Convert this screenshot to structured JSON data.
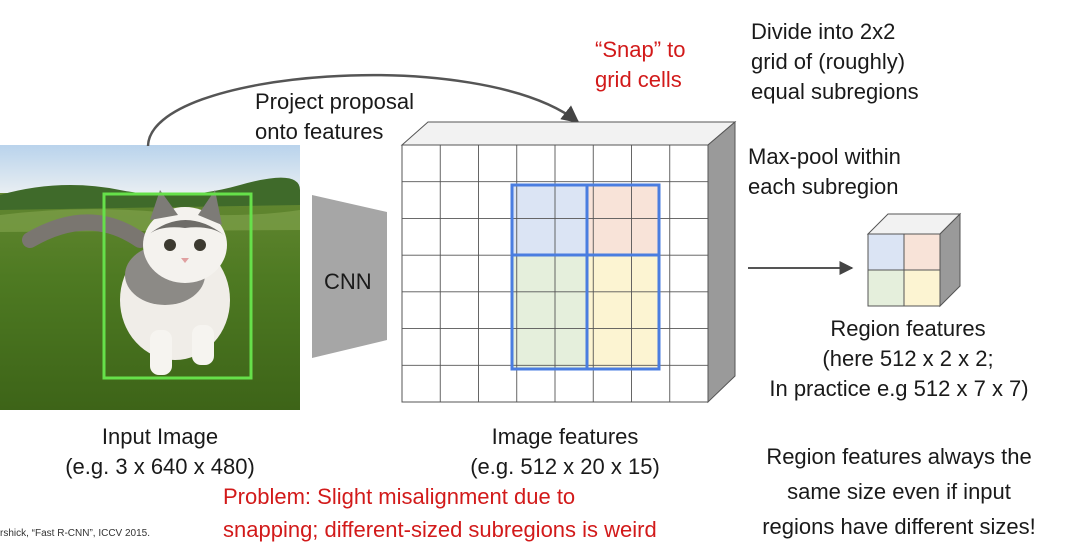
{
  "labels": {
    "project_line1": "Project proposal",
    "project_line2": "onto features",
    "snap_line1": "“Snap” to",
    "snap_line2": "grid cells",
    "divide_line1": "Divide into 2x2",
    "divide_line2": "grid of (roughly)",
    "divide_line3": "equal subregions",
    "maxpool_line1": "Max-pool within",
    "maxpool_line2": "each subregion",
    "cnn": "CNN",
    "input_line1": "Input Image",
    "input_line2": "(e.g. 3 x 640 x 480)",
    "features_line1": "Image features",
    "features_line2": "(e.g. 512 x 20 x 15)",
    "region_line1": "Region features",
    "region_line2": "(here 512 x 2 x 2;",
    "region_line3": "In practice e.g 512 x 7 x 7)",
    "always_line1": "Region features always the",
    "always_line2": "same size even if input",
    "always_line3": "regions have different sizes!",
    "problem_line1": "Problem: Slight misalignment due to",
    "problem_line2": "snapping; different-sized subregions is weird",
    "citation": "rshick, “Fast R-CNN”, ICCV 2015."
  },
  "colors": {
    "accent_red": "#d21a1a",
    "roi_blue": "#4a7de0",
    "proposal_green": "#66e04a",
    "cell_blue": "#dbe4f4",
    "cell_orange": "#f8e3d8",
    "cell_green": "#e5efdc",
    "cell_yellow": "#fcf4d2"
  }
}
